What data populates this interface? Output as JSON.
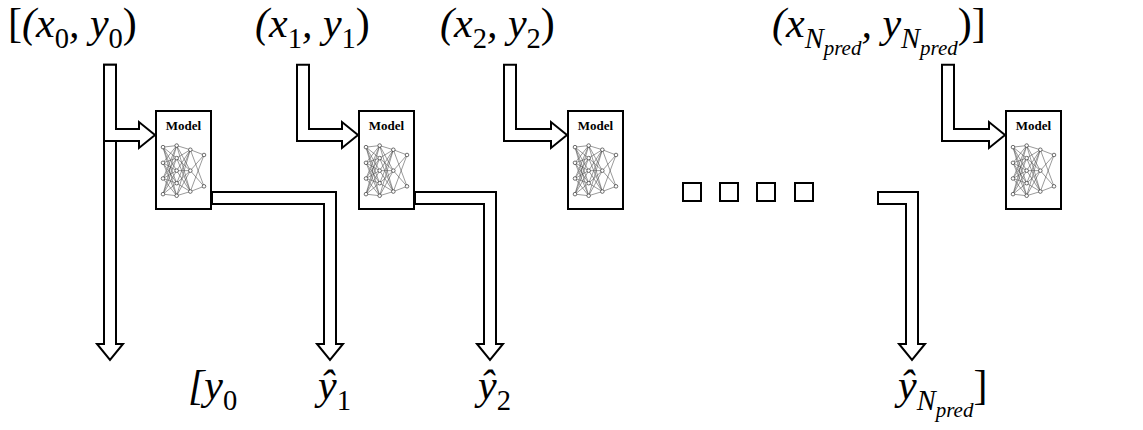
{
  "diagram": {
    "nodes": [
      {
        "text": [
          "Model"
        ]
      },
      {
        "text": [
          "Model"
        ]
      },
      {
        "text": [
          "Model"
        ]
      },
      {
        "text": [
          "Model"
        ]
      }
    ],
    "labels": [
      "[",
      "(x",
      "0",
      ", y",
      "0",
      ")",
      "(x",
      "1",
      ", y",
      "1",
      ")",
      "(x",
      "2",
      ", y",
      "2",
      ")",
      "(x",
      "N",
      "pred",
      ", y",
      "N",
      "pred",
      ")]",
      "[y",
      "0",
      "ŷ",
      "1",
      "ŷ",
      "2",
      "ŷ",
      "N",
      "pred",
      "]"
    ]
  }
}
